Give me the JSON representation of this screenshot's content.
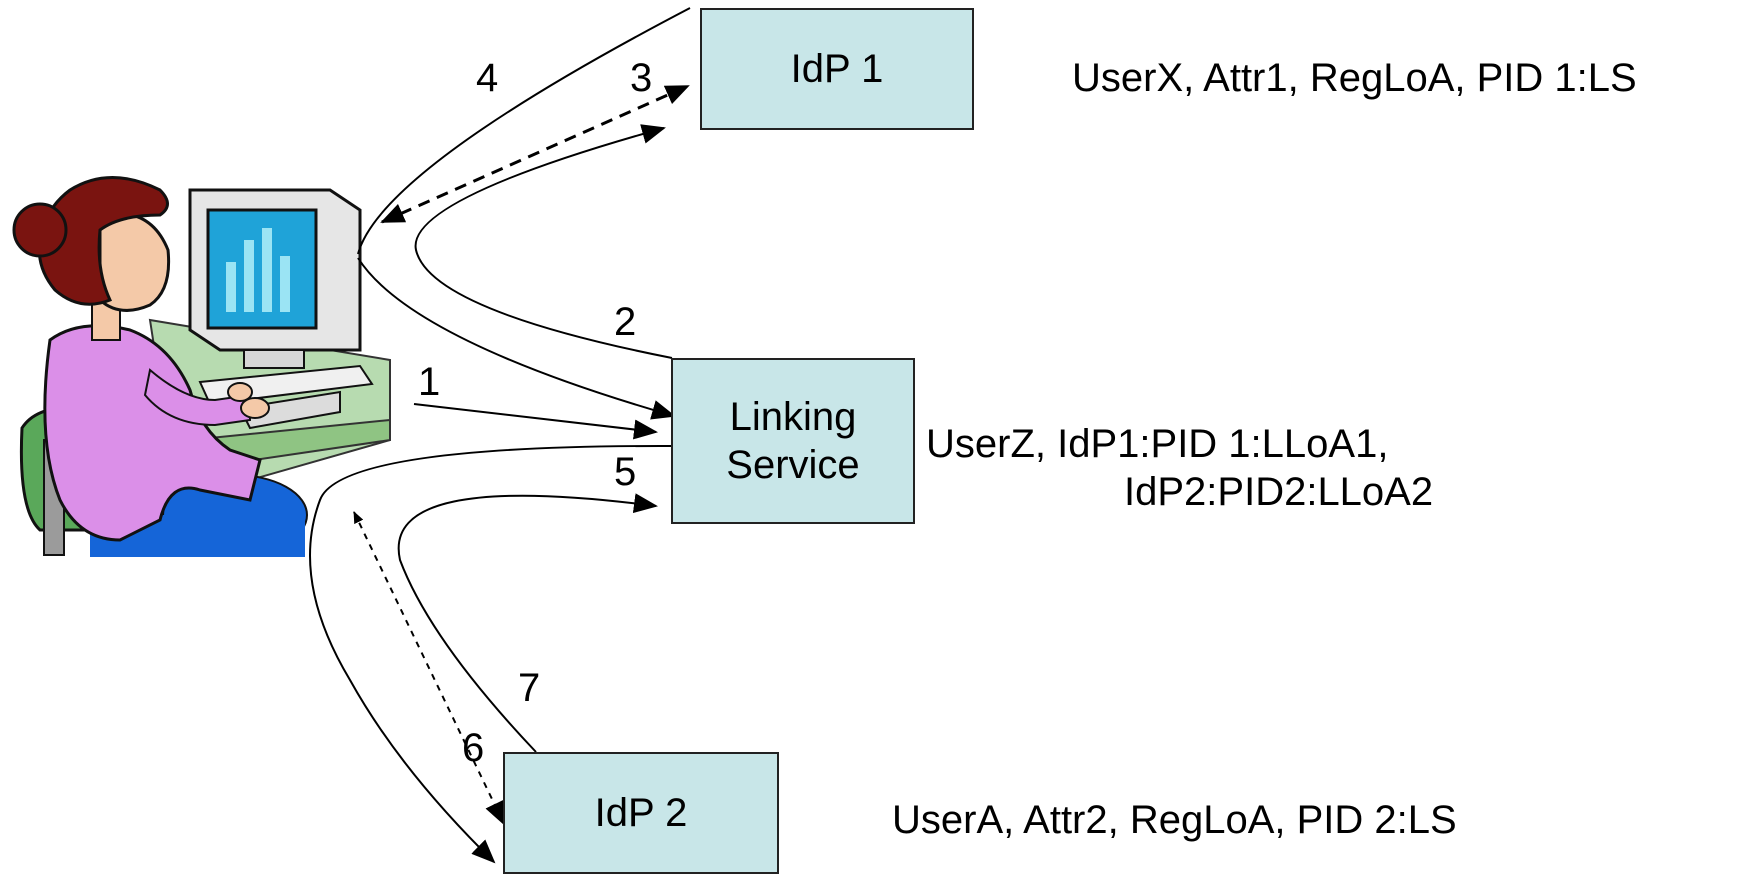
{
  "colors": {
    "node_fill": "#c8e6e8",
    "node_border": "#222222",
    "connector": "#000000"
  },
  "nodes": {
    "idp1": {
      "label": "IdP 1"
    },
    "linking_service": {
      "label": "Linking\nService"
    },
    "idp2": {
      "label": "IdP 2"
    }
  },
  "steps": {
    "s1": "1",
    "s2": "2",
    "s3": "3",
    "s4": "4",
    "s5": "5",
    "s6": "6",
    "s7": "7"
  },
  "records": {
    "idp1": "UserX, Attr1, RegLoA, PID 1:LS",
    "linking_service_line1": "UserZ, IdP1:PID 1:LLoA1,",
    "linking_service_line2": "IdP2:PID2:LLoA2",
    "idp2": "UserA, Attr2, RegLoA, PID 2:LS"
  },
  "user_illustration": {
    "icon": "user-at-computer-icon"
  }
}
